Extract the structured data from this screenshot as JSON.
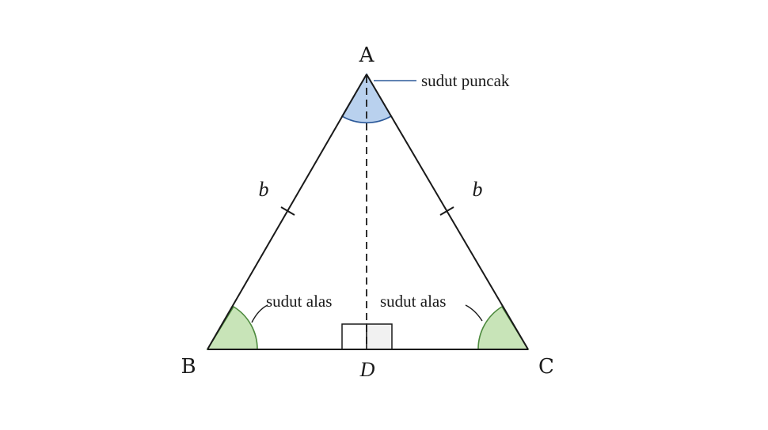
{
  "diagram": {
    "vertices": {
      "apex": "A",
      "left_base": "B",
      "right_base": "C",
      "foot": "D"
    },
    "side_labels": {
      "left": "b",
      "right": "b"
    },
    "angle_labels": {
      "apex": "sudut puncak",
      "left_base": "sudut alas",
      "right_base": "sudut alas"
    },
    "colors": {
      "apex_angle_fill": "#b9d1ee",
      "apex_angle_stroke": "#2d5a9a",
      "base_angle_fill": "#c8e4b8",
      "base_angle_stroke": "#4d8a3e",
      "line": "#1a1a1a"
    }
  }
}
